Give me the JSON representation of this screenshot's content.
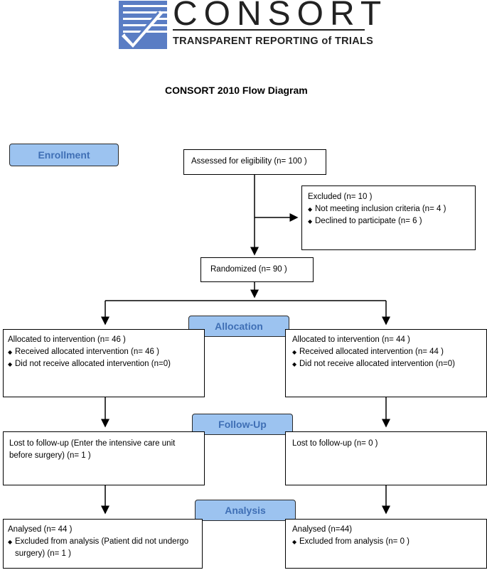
{
  "logo": {
    "name": "CONSORT",
    "tagline": "TRANSPARENT REPORTING of TRIALS"
  },
  "title": "CONSORT 2010 Flow Diagram",
  "stages": {
    "enrollment": "Enrollment",
    "allocation": "Allocation",
    "followup": "Follow-Up",
    "analysis": "Analysis"
  },
  "enrollment": {
    "assessed": "Assessed for eligibility (n= 100 )",
    "excluded": {
      "title": "Excluded  (n= 10  )",
      "items": [
        "Not meeting inclusion criteria (n= 4 )",
        "Declined to participate (n= 6 )"
      ]
    },
    "randomized": "Randomized (n= 90 )"
  },
  "left": {
    "allocation": {
      "title": "Allocated to intervention (n= 46 )",
      "items": [
        "Received allocated intervention (n= 46 )",
        "Did not receive allocated intervention  (n=0)"
      ]
    },
    "followup": "Lost to follow-up (Enter the intensive care unit before surgery) (n= 1 )",
    "analysis": {
      "title": "Analysed  (n= 44 )",
      "items": [
        "Excluded from analysis (Patient did not undergo surgery) (n= 1 )"
      ]
    }
  },
  "right": {
    "allocation": {
      "title": "Allocated to intervention (n= 44 )",
      "items": [
        "Received allocated intervention (n= 44 )",
        "Did not receive allocated intervention  (n=0)"
      ]
    },
    "followup": "Lost to follow-up (n= 0 )",
    "analysis": {
      "title": "Analysed  (n=44)",
      "items": [
        "Excluded from analysis (n= 0 )"
      ]
    }
  }
}
